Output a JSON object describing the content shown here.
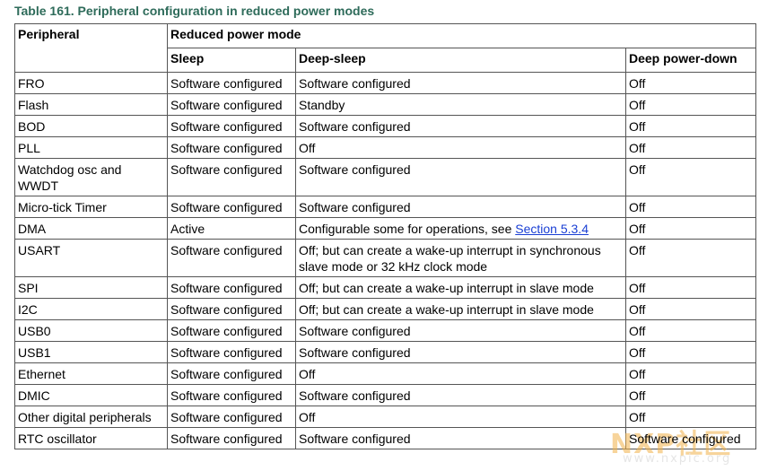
{
  "caption": "Table 161.  Peripheral configuration in reduced power modes",
  "headers": {
    "peripheral": "Peripheral",
    "reduced": "Reduced power mode",
    "sleep": "Sleep",
    "deepsleep": "Deep-sleep",
    "deeppowerdown": "Deep power-down"
  },
  "rows": [
    {
      "p": "FRO",
      "s": "Software configured",
      "d": "Software configured",
      "pd": "Off"
    },
    {
      "p": "Flash",
      "s": "Software configured",
      "d": "Standby",
      "pd": "Off"
    },
    {
      "p": "BOD",
      "s": "Software configured",
      "d": "Software configured",
      "pd": "Off"
    },
    {
      "p": "PLL",
      "s": "Software configured",
      "d": "Off",
      "pd": "Off"
    },
    {
      "p": "Watchdog osc and WWDT",
      "s": "Software configured",
      "d": "Software configured",
      "pd": "Off"
    },
    {
      "p": "Micro-tick Timer",
      "s": "Software configured",
      "d": "Software configured",
      "pd": "Off"
    },
    {
      "p": "DMA",
      "s": "Active",
      "d": "Configurable some for operations, see ",
      "d_link": "Section 5.3.4",
      "pd": "Off"
    },
    {
      "p": "USART",
      "s": "Software configured",
      "d": "Off; but can create a wake-up interrupt in synchronous slave mode or 32 kHz clock mode",
      "pd": "Off"
    },
    {
      "p": "SPI",
      "s": "Software configured",
      "d": "Off; but can create a wake-up interrupt in slave mode",
      "pd": "Off"
    },
    {
      "p": "I2C",
      "s": "Software configured",
      "d": "Off; but can create a wake-up interrupt in slave mode",
      "pd": "Off"
    },
    {
      "p": "USB0",
      "s": "Software configured",
      "d": "Software configured",
      "pd": "Off"
    },
    {
      "p": "USB1",
      "s": "Software configured",
      "d": "Software configured",
      "pd": "Off"
    },
    {
      "p": "Ethernet",
      "s": "Software configured",
      "d": "Off",
      "pd": "Off"
    },
    {
      "p": "DMIC",
      "s": "Software configured",
      "d": "Software configured",
      "pd": "Off"
    },
    {
      "p": "Other digital peripherals",
      "s": "Software configured",
      "d": "Off",
      "pd": "Off"
    },
    {
      "p": "RTC oscillator",
      "s": "Software configured",
      "d": "Software configured",
      "pd": "Software configured"
    }
  ],
  "watermark": {
    "logo": "NXP社区",
    "url": "www.nxpic.org"
  }
}
